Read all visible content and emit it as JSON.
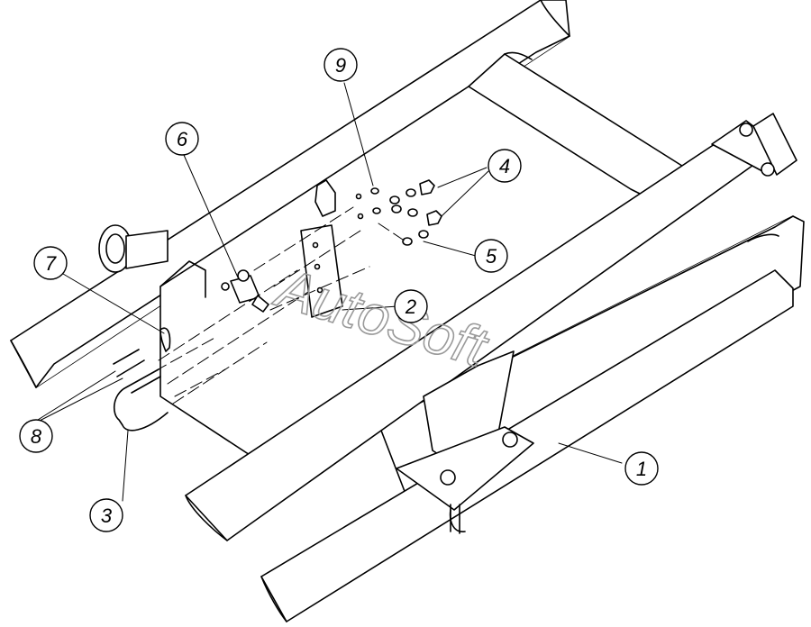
{
  "diagram": {
    "watermark": "AutoSoft",
    "callouts": [
      {
        "id": "c1",
        "label": "1"
      },
      {
        "id": "c2",
        "label": "2"
      },
      {
        "id": "c3",
        "label": "3"
      },
      {
        "id": "c4",
        "label": "4"
      },
      {
        "id": "c5",
        "label": "5"
      },
      {
        "id": "c6",
        "label": "6"
      },
      {
        "id": "c7",
        "label": "7"
      },
      {
        "id": "c8",
        "label": "8"
      },
      {
        "id": "c9",
        "label": "9"
      }
    ]
  }
}
